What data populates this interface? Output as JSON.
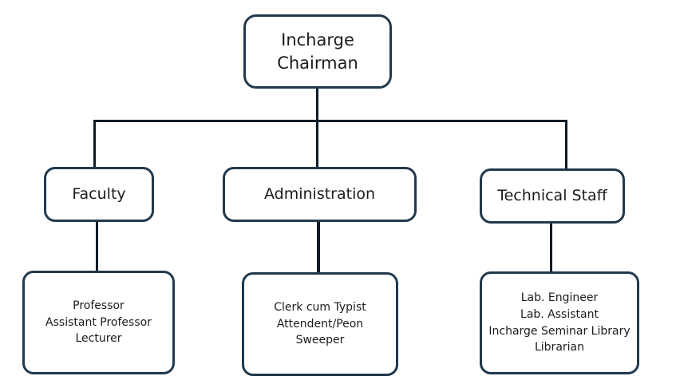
{
  "chart": {
    "type": "org-chart",
    "background_color": "#ffffff",
    "box_border_color": "#22394d",
    "connector_color": "#0e1c28",
    "text_color": "#1b1b1b",
    "root": {
      "label": "Incharge\nChairman",
      "line1": "Incharge",
      "line2": "Chairman"
    },
    "divisions": [
      {
        "label": "Faculty",
        "roles_label": "Professor\nAssistant Professor\nLecturer",
        "roles": [
          "Professor",
          "Assistant Professor",
          "Lecturer"
        ]
      },
      {
        "label": "Administration",
        "roles_label": "Clerk cum Typist\nAttendent/Peon\nSweeper",
        "roles": [
          "Clerk cum Typist",
          "Attendent/Peon",
          "Sweeper"
        ]
      },
      {
        "label": "Technical Staff",
        "roles_label": "Lab. Engineer\nLab. Assistant\nIncharge Seminar Library\nLibrarian",
        "roles": [
          "Lab. Engineer",
          "Lab. Assistant",
          "Incharge Seminar Library",
          "Librarian"
        ]
      }
    ]
  }
}
